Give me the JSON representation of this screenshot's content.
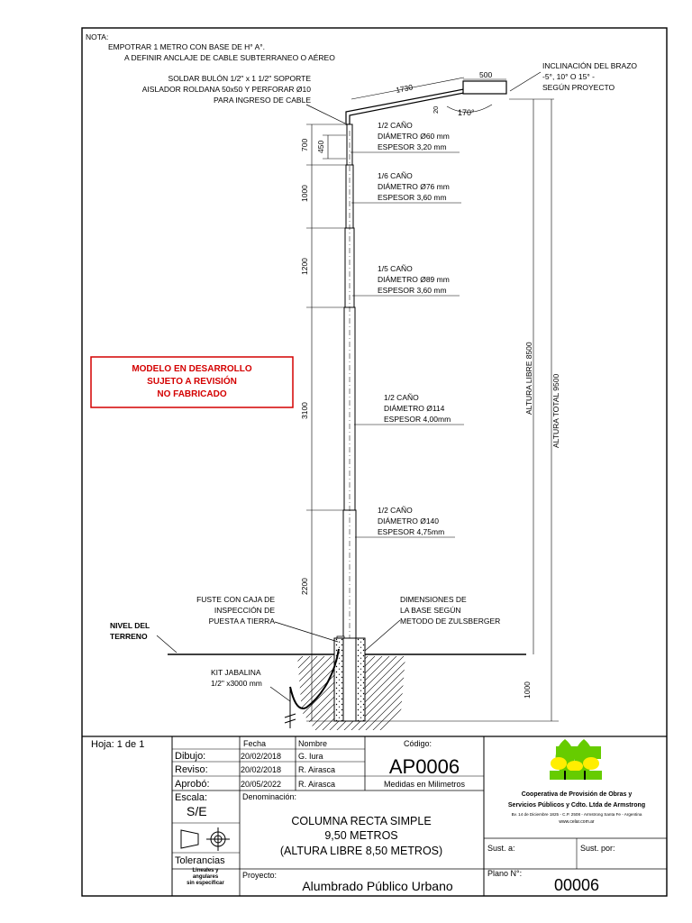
{
  "notes": {
    "title": "NOTA:",
    "line1": "EMPOTRAR 1 METRO CON BASE DE H° A°.",
    "line2": "A DEFINIR ANCLAJE DE CABLE SUBTERRANEO O AÉREO"
  },
  "callouts": {
    "bulon": [
      "SOLDAR BULÓN 1/2\" x 1 1/2\" SOPORTE",
      "AISLADOR ROLDANA 50x50 Y PERFORAR Ø10",
      "PARA INGRESO DE CABLE"
    ],
    "inclinacion": [
      "INCLINACIÓN DEL BRAZO",
      "-5°, 10° O 15° -",
      "SEGÚN PROYECTO"
    ],
    "fuste": [
      "FUSTE CON CAJA DE",
      "INSPECCIÓN DE",
      "PUESTA A TIERRA"
    ],
    "base": [
      "DIMENSIONES DE",
      "LA BASE SEGÚN",
      "METODO DE ZULSBERGER"
    ],
    "nivel": [
      "NIVEL DEL",
      "TERRENO"
    ],
    "jabalina": [
      "KIT JABALINA",
      "1/2\" x3000 mm"
    ]
  },
  "sections": [
    {
      "l1": "1/2 CAÑO",
      "l2": "DIÁMETRO Ø60 mm",
      "l3": "ESPESOR 3,20 mm"
    },
    {
      "l1": "1/6 CAÑO",
      "l2": "DIÁMETRO Ø76 mm",
      "l3": "ESPESOR 3,60 mm"
    },
    {
      "l1": "1/5 CAÑO",
      "l2": "DIÁMETRO Ø89 mm",
      "l3": "ESPESOR 3,60 mm"
    },
    {
      "l1": "1/2 CAÑO",
      "l2": "DIÁMETRO Ø114",
      "l3": "ESPESOR 4,00mm"
    },
    {
      "l1": "1/2 CAÑO",
      "l2": "DIÁMETRO Ø140",
      "l3": "ESPESOR 4,75mm"
    }
  ],
  "dims": {
    "arm_length": "1730",
    "lamp_width": "500",
    "arm_small": "20",
    "angle": "170°",
    "d450": "450",
    "d700": "700",
    "d1000": "1000",
    "d1200": "1200",
    "d3100": "3100",
    "d2200": "2200",
    "d1000b": "1000",
    "altura_libre": "ALTURA LIBRE 8500",
    "altura_total": "ALTURA TOTAL 9500"
  },
  "warning": [
    "MODELO EN DESARROLLO",
    "SUJETO A REVISIÓN",
    "NO FABRICADO"
  ],
  "colors": {
    "warning": "#d40000",
    "logo_green": "#66cc00",
    "logo_yellow": "#ffee00"
  },
  "titleblock": {
    "hoja": "Hoja: 1 de 1",
    "h_fecha": "Fecha",
    "h_nombre": "Nombre",
    "h_codigo": "Código:",
    "rows": [
      {
        "label": "Dibujo:",
        "fecha": "20/02/2018",
        "nombre": "G. Iura"
      },
      {
        "label": "Reviso:",
        "fecha": "20/02/2018",
        "nombre": "R. Airasca"
      },
      {
        "label": "Aprobó:",
        "fecha": "20/05/2022",
        "nombre": "R. Airasca"
      }
    ],
    "codigo": "AP0006",
    "medidas": "Medidas en Milimetros",
    "escala_label": "Escala:",
    "escala": "S/E",
    "denominacion_label": "Denominación:",
    "denominacion": [
      "COLUMNA RECTA SIMPLE",
      "9,50 METROS",
      "(ALTURA LIBRE 8,50 METROS)"
    ],
    "tolerancias": "Tolerancias",
    "tol_sub": [
      "Lineales y",
      "angulares",
      "sin especificar"
    ],
    "proyecto_label": "Proyecto:",
    "proyecto": "Alumbrado Público Urbano",
    "plano_label": "Plano N°:",
    "plano": "00006",
    "sust_a": "Sust. a:",
    "sust_por": "Sust. por:",
    "coop": [
      "Cooperativa de Provisión de Obras y",
      "Servicios Públicos y Cdto. Ltda de Armstrong"
    ],
    "coop_addr": "Bv. 14 de Diciembre 1825 - C.P. 2508 - Armstrong Santa Fe - Argentina",
    "coop_web": "www.celar.com.ar"
  }
}
